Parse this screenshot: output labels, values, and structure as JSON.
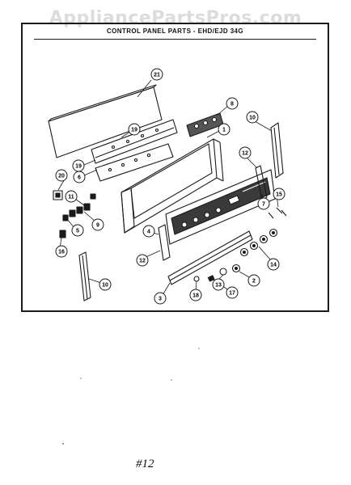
{
  "watermark": "AppliancePartsPros.com",
  "diagram_title": "CONTROL PANEL PARTS - EHD/EJD 34G",
  "callouts": [
    "21",
    "8",
    "1",
    "10",
    "19",
    "19",
    "6",
    "20",
    "11",
    "9",
    "5",
    "16",
    "12",
    "7",
    "15",
    "4",
    "12",
    "14",
    "13",
    "2",
    "17",
    "18",
    "3",
    "10"
  ],
  "page_note": "#12"
}
